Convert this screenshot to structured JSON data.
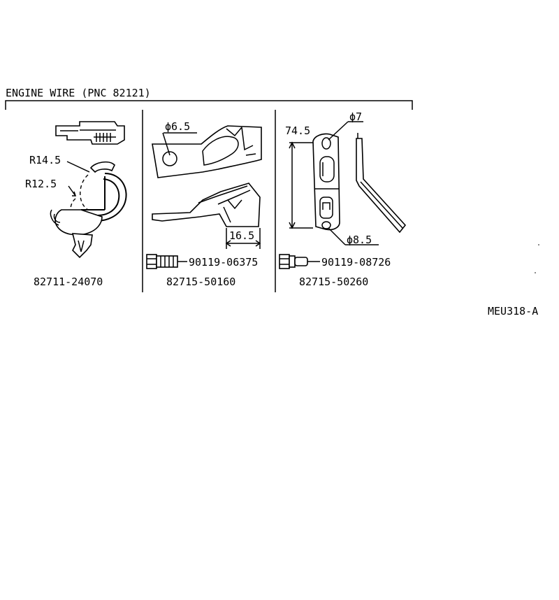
{
  "header": {
    "title": "ENGINE WIRE (PNC 82121)"
  },
  "panels": [
    {
      "part_number": "82711-24070",
      "dimensions": [
        "R14.5",
        "R12.5"
      ]
    },
    {
      "part_number": "82715-50160",
      "dimensions": [
        "ϕ6.5",
        "16.5"
      ],
      "bolt_number": "90119-06375"
    },
    {
      "part_number": "82715-50260",
      "dimensions": [
        "74.5",
        "ϕ7",
        "ϕ8.5"
      ],
      "bolt_number": "90119-08726"
    }
  ],
  "footer": {
    "drawing_code": "MEU318-A"
  }
}
